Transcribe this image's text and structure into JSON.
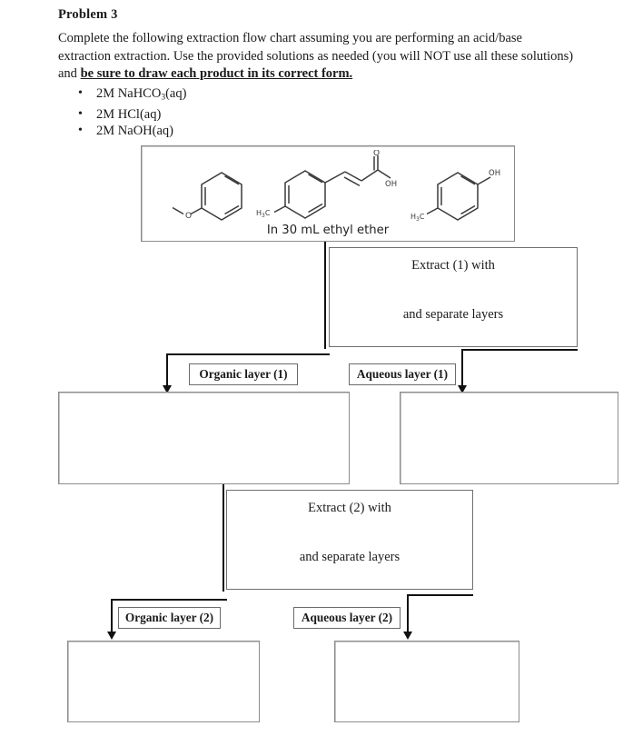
{
  "problem": {
    "title": "Problem 3",
    "body_part1": "Complete the following extraction flow chart assuming you are performing an acid/base extraction extraction. Use the provided solutions as needed (you will NOT use all these solutions) and ",
    "body_emphasis": "be sure to draw each product in its correct form.",
    "bullet_glyph": "•",
    "solutions": [
      {
        "concentration": "2M ",
        "name_pre": "NaHCO",
        "subscript": "3",
        "name_post": "(aq)"
      },
      {
        "concentration": "2M ",
        "name_pre": "HCl(aq)",
        "subscript": "",
        "name_post": ""
      },
      {
        "concentration": "2M ",
        "name_pre": "NaOH(aq)",
        "subscript": "",
        "name_post": ""
      }
    ]
  },
  "flowchart": {
    "starting_material": {
      "caption": "In 30 mL ethyl ether",
      "molecules": [
        {
          "name": "anisole",
          "label_o": "O",
          "label_methyl": ""
        },
        {
          "name": "4-methylcinnamic-acid",
          "label_o": "O",
          "label_oh": "OH",
          "label_ch3": "H3C"
        },
        {
          "name": "4-methylphenol",
          "label_oh": "OH",
          "label_ch3": "H3C"
        }
      ]
    },
    "extract1": {
      "top_text": "Extract (1) with",
      "bottom_text": "and separate layers"
    },
    "extract2": {
      "top_text": "Extract (2) with",
      "bottom_text": "and separate layers"
    },
    "labels": {
      "organic1": "Organic layer (1)",
      "aqueous1": "Aqueous layer (1)",
      "organic2": "Organic layer (2)",
      "aqueous2": "Aqueous layer (2)"
    },
    "answer_boxes": [
      {
        "id": "organic-1-answer",
        "content": ""
      },
      {
        "id": "aqueous-1-answer",
        "content": ""
      },
      {
        "id": "organic-2-answer",
        "content": ""
      },
      {
        "id": "aqueous-2-answer",
        "content": ""
      }
    ]
  },
  "colors": {
    "text": "#1a1a1a",
    "box_border": "#8c8c8c",
    "label_border": "#6b6b6b",
    "connector": "#111111",
    "molecule_stroke": "#3a3a3a"
  }
}
